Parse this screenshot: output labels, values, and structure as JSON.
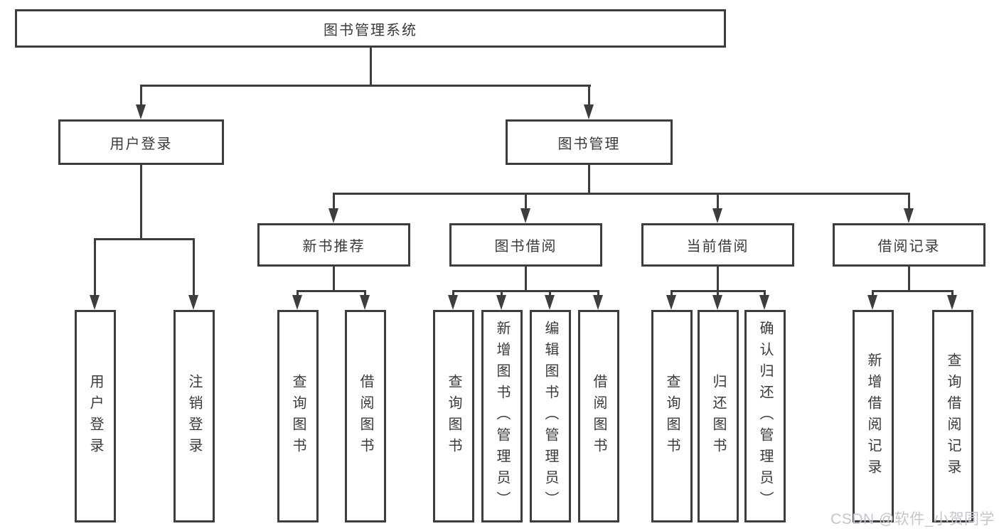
{
  "diagram": {
    "title_node": {
      "label": "图书管理系统"
    },
    "level2": [
      {
        "label": "用户登录"
      },
      {
        "label": "图书管理"
      }
    ],
    "level3": [
      {
        "label": "新书推荐"
      },
      {
        "label": "图书借阅"
      },
      {
        "label": "当前借阅"
      },
      {
        "label": "借阅记录"
      }
    ],
    "leaves": [
      {
        "label": "用户登录"
      },
      {
        "label": "注销登录"
      },
      {
        "label": "查询图书"
      },
      {
        "label": "借阅图书"
      },
      {
        "label": "查询图书"
      },
      {
        "label": "新增图书（管理员）"
      },
      {
        "label": "编辑图书（管理员）"
      },
      {
        "label": "借阅图书"
      },
      {
        "label": "查询图书"
      },
      {
        "label": "归还图书"
      },
      {
        "label": "确认归还（管理员）"
      },
      {
        "label": "新增借阅记录"
      },
      {
        "label": "查询借阅记录"
      }
    ],
    "colors": {
      "line": "#3d3d3d",
      "text": "#3a3a3a",
      "background": "#ffffff",
      "watermark": "#c3c7cd"
    }
  },
  "watermark": {
    "text": "CSDN @软件_小贺同学"
  }
}
